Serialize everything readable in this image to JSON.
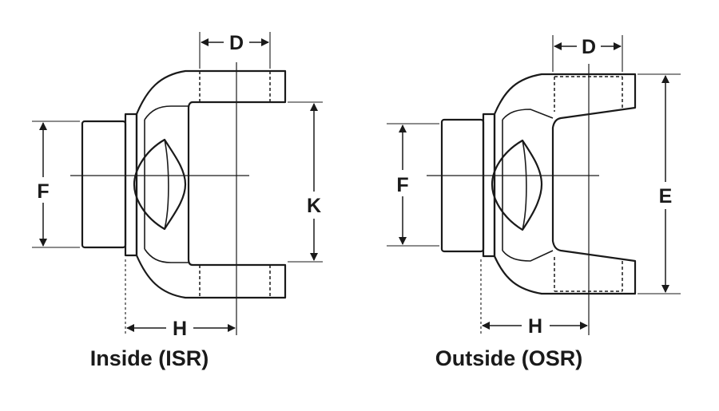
{
  "left_view": {
    "caption": "Inside (ISR)",
    "labels": {
      "D": "D",
      "F": "F",
      "K": "K",
      "H": "H"
    }
  },
  "right_view": {
    "caption": "Outside (OSR)",
    "labels": {
      "D": "D",
      "F": "F",
      "E": "E",
      "H": "H"
    }
  }
}
